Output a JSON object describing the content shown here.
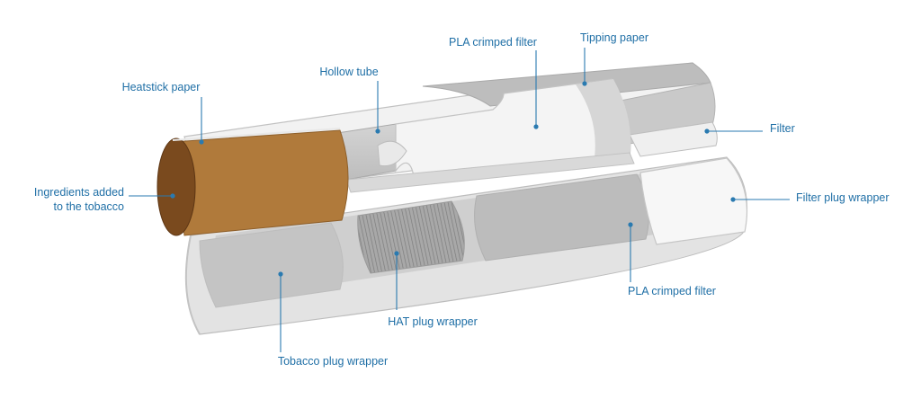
{
  "colors": {
    "label_text": "#1f6fa6",
    "leader_line": "#2a7ab0",
    "tobacco": "#b07a3b",
    "tobacco_end": "#7a4a1e",
    "paper_white": "#f5f5f5",
    "paper_light": "#e6e6e6",
    "paper_mid": "#cfcfcf",
    "paper_dark": "#a9a9a9",
    "outline": "#b8b8b8"
  },
  "labels": {
    "heatstick_paper": "Heatstick paper",
    "hollow_tube": "Hollow tube",
    "pla_crimped_filter_top": "PLA crimped filter",
    "tipping_paper": "Tipping paper",
    "filter": "Filter",
    "ingredients_line1": "Ingredients added",
    "ingredients_line2": "to the tobacco",
    "filter_plug_wrapper": "Filter plug wrapper",
    "pla_crimped_filter_bottom": "PLA crimped filter",
    "hat_plug_wrapper": "HAT plug wrapper",
    "tobacco_plug_wrapper": "Tobacco plug wrapper"
  }
}
